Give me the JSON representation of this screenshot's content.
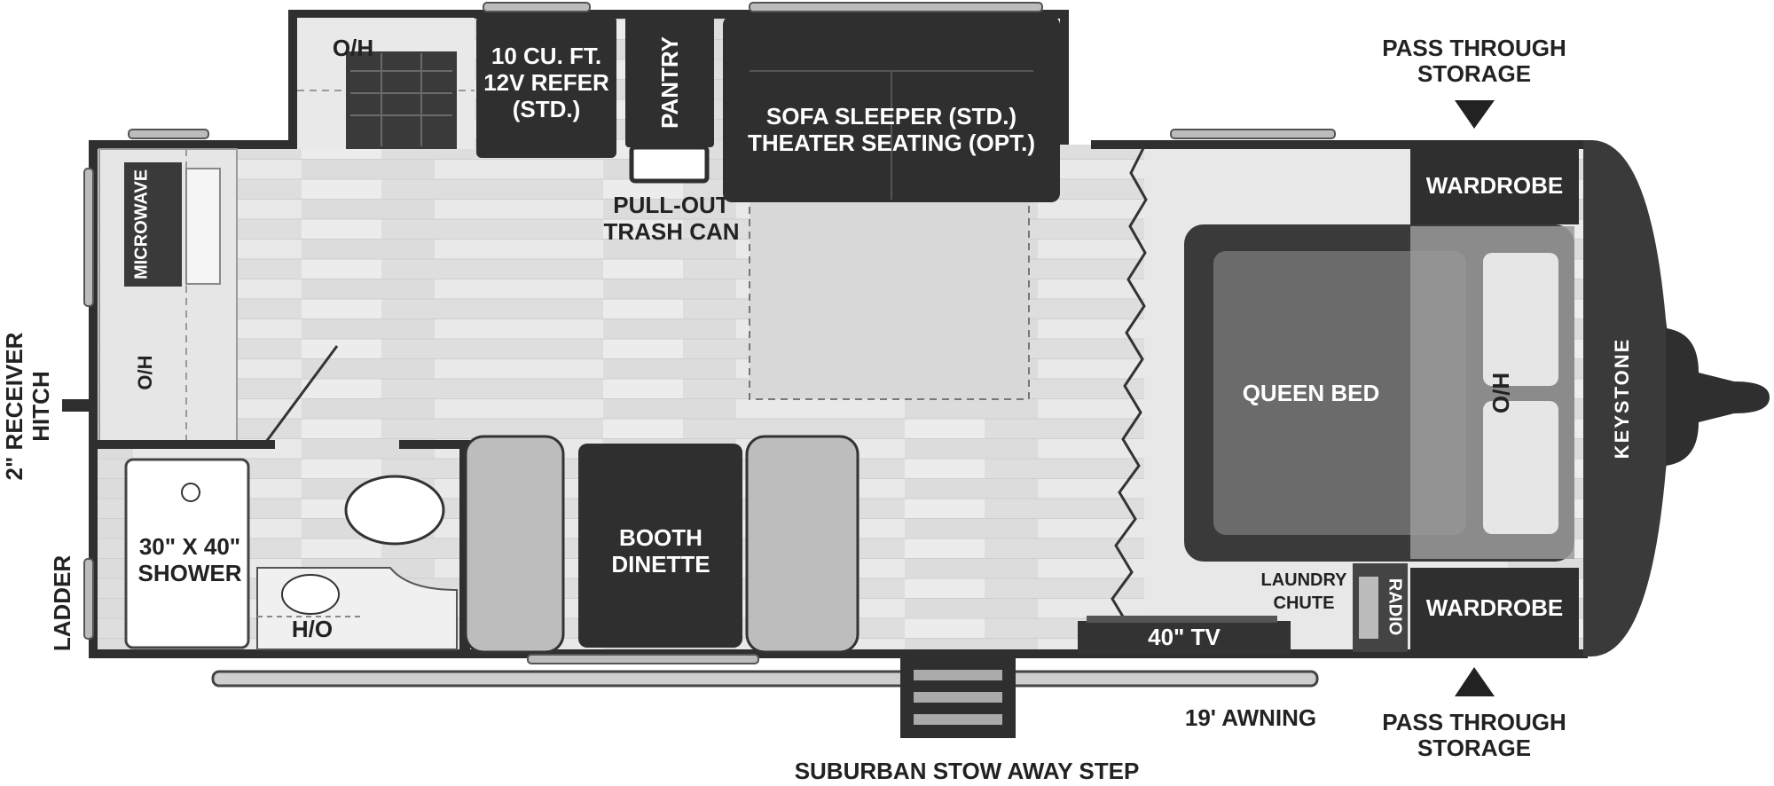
{
  "brand": {
    "logo_text": "KEYSTONE"
  },
  "labels": {
    "oh_kitchen": "O/H",
    "refer_1": "10 CU. FT.",
    "refer_2": "12V REFER",
    "refer_3": "(STD.)",
    "pantry": "PANTRY",
    "sofa_1": "SOFA SLEEPER (STD.)",
    "sofa_2": "THEATER SEATING (OPT.)",
    "trash_1": "PULL-OUT",
    "trash_2": "TRASH CAN",
    "microwave": "MICROWAVE",
    "oh_front": "O/H",
    "hitch_1": "2\" RECEIVER",
    "hitch_2": "HITCH",
    "shower_1": "30\" X 40\"",
    "shower_2": "SHOWER",
    "ladder": "LADDER",
    "ho_bath": "H/O",
    "dinette_1": "BOOTH",
    "dinette_2": "DINETTE",
    "queen_bed": "QUEEN BED",
    "ho_bed": "H/O",
    "wardrobe_top": "WARDROBE",
    "wardrobe_bottom": "WARDROBE",
    "laundry_1": "LAUNDRY",
    "laundry_2": "CHUTE",
    "radio": "RADIO",
    "tv": "40\" TV",
    "awning": "19' AWNING",
    "step": "SUBURBAN STOW AWAY STEP",
    "pass_top_1": "PASS THROUGH",
    "pass_top_2": "STORAGE",
    "pass_bottom_1": "PASS THROUGH",
    "pass_bottom_2": "STORAGE"
  }
}
